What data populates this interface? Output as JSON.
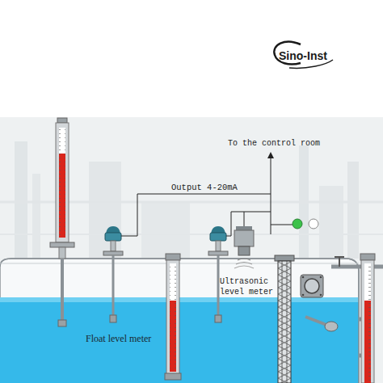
{
  "diagram": {
    "labels": [
      "Sino-Inst",
      "To the control room",
      "Output 4-20mA",
      "Ultrasonic level meter",
      "Float level meter"
    ]
  }
}
